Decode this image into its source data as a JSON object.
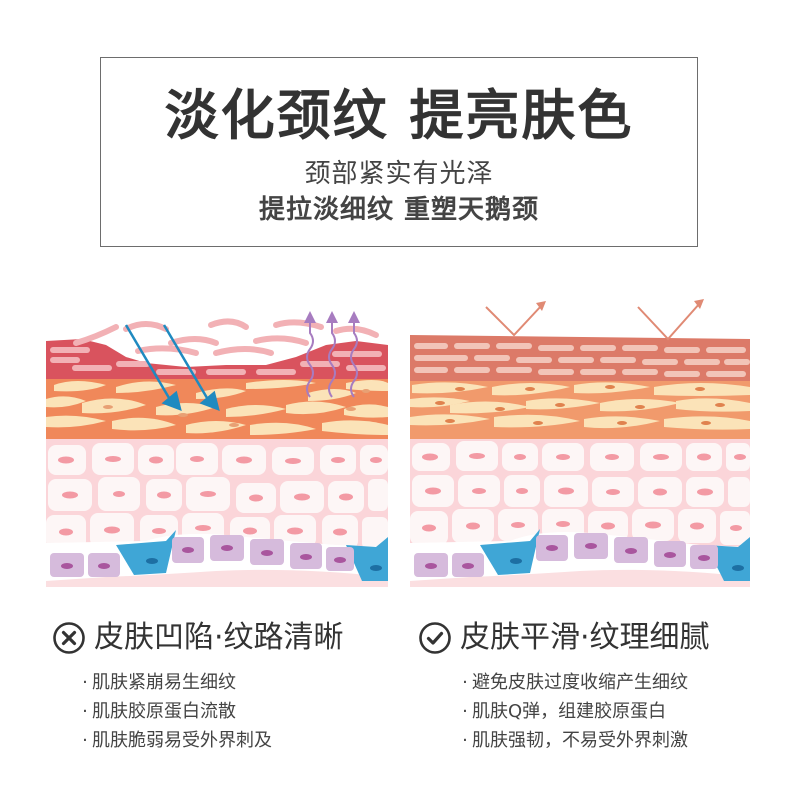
{
  "header": {
    "title": "淡化颈纹 提亮肤色",
    "subtitle_line1": "颈部紧实有光泽",
    "subtitle_line2": "提拉淡细纹 重塑天鹅颈"
  },
  "comparison": {
    "before": {
      "icon": "x-circle-icon",
      "caption": "皮肤凹陷·纹路清晰",
      "bullets": [
        "肌肤紧崩易生细纹",
        "肌肤胶原蛋白流散",
        "肌肤脆弱易受外界刺及"
      ],
      "illustration": "damaged-skin-layers",
      "arrow_colors": {
        "incoming": "#1f8ac0",
        "outgoing": "#a77cc0"
      }
    },
    "after": {
      "icon": "check-circle-icon",
      "caption": "皮肤平滑·纹理细腻",
      "bullets": [
        "避免皮肤过度收缩产生细纹",
        "肌肤Q弹，组建胶原蛋白",
        "肌肤强韧，不易受外界刺激"
      ],
      "illustration": "healthy-skin-layers",
      "arrow_color": "#e08a74"
    }
  },
  "bullet_marker": "·",
  "colors": {
    "text_dark": "#333333",
    "border": "#6d6d6d",
    "stratum_corneum_before": "#d9535e",
    "stratum_corneum_after": "#dc7a68",
    "granular_layer": "#f0885a",
    "granular_cell": "#fbe3b8",
    "spinous_bg": "#fbd5d9",
    "spinous_cell": "#fdf4f4",
    "nucleus": "#f39aa4",
    "basal_cell": "#d6bbdc",
    "basal_nucleus": "#a9569e",
    "melanocyte": "#3fa6d6",
    "dermis": "#fbdfe1"
  }
}
